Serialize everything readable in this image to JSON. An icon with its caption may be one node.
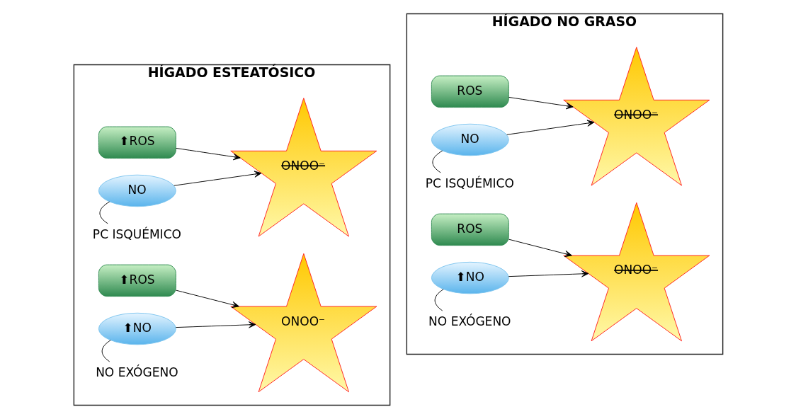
{
  "diagram": {
    "nodes": [
      {
        "text": [
          "HÍGADO ESTEATÓSICO"
        ]
      },
      {
        "text": [
          "NO EXÓGENO"
        ],
        "in": 0
      },
      {
        "text": [
          "⬆NO"
        ],
        "in": 0
      },
      {
        "text": [
          "⬆ROS"
        ],
        "in": 0
      },
      {
        "text": [
          "ONOO⁻"
        ],
        "in": 0
      },
      {
        "text": [
          "PC ISQUÉMICO"
        ],
        "in": 0
      },
      {
        "text": [
          "NO"
        ],
        "in": 0
      },
      {
        "text": [
          "⬆ROS"
        ],
        "in": 0
      },
      {
        "text": [
          "ONOO⁻"
        ],
        "in": 0
      },
      {
        "text": [
          "HÍGADO NO GRASO"
        ]
      },
      {
        "text": [
          "NO EXÓGENO"
        ],
        "in": 9
      },
      {
        "text": [
          "⬆NO"
        ],
        "in": 9
      },
      {
        "text": [
          "ROS"
        ],
        "in": 9
      },
      {
        "text": [
          "ONOO⁻"
        ],
        "in": 9
      },
      {
        "text": [
          "PC ISQUÉMICO"
        ],
        "in": 9
      },
      {
        "text": [
          "NO"
        ],
        "in": 9
      },
      {
        "text": [
          "ROS"
        ],
        "in": 9
      },
      {
        "text": [
          "ONOO⁻"
        ],
        "in": 9
      }
    ],
    "edges": [
      {
        "from": 1,
        "to": 2,
        "arrow": "none"
      },
      {
        "from": 2,
        "to": 4,
        "arrow": "to"
      },
      {
        "from": 3,
        "to": 4,
        "arrow": "to"
      },
      {
        "from": 5,
        "to": 6,
        "arrow": "none"
      },
      {
        "from": 6,
        "to": 8,
        "arrow": "to"
      },
      {
        "from": 7,
        "to": 8,
        "arrow": "to"
      },
      {
        "from": 10,
        "to": 11,
        "arrow": "none"
      },
      {
        "from": 11,
        "to": 13,
        "arrow": "to"
      },
      {
        "from": 12,
        "to": 13,
        "arrow": "to"
      },
      {
        "from": 14,
        "to": 15,
        "arrow": "none"
      },
      {
        "from": 15,
        "to": 17,
        "arrow": "to"
      },
      {
        "from": 16,
        "to": 17,
        "arrow": "to"
      }
    ]
  }
}
